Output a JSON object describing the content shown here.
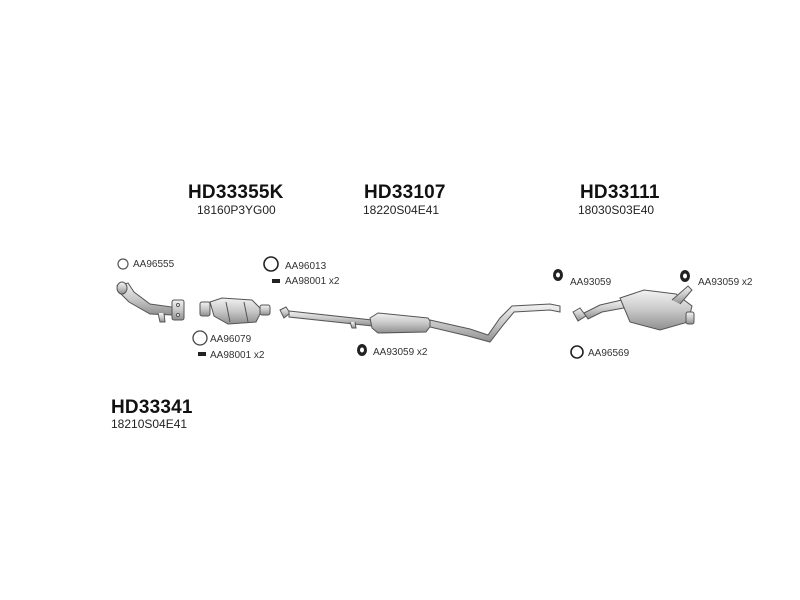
{
  "parts": {
    "hd33355k": {
      "code": "HD33355K",
      "oem": "18160P3YG00"
    },
    "hd33107": {
      "code": "HD33107",
      "oem": "18220S04E41"
    },
    "hd33111": {
      "code": "HD33111",
      "oem": "18030S03E40"
    },
    "hd33341": {
      "code": "HD33341",
      "oem": "18210S04E41"
    }
  },
  "accessories": {
    "aa96555": "AA96555",
    "aa96013": "AA96013",
    "aa98001_a": "AA98001 x2",
    "aa96079": "AA96079",
    "aa98001_b": "AA98001 x2",
    "aa93059_a": "AA93059 x2",
    "aa93059_b": "AA93059",
    "aa93059_c": "AA93059 x2",
    "aa96569": "AA96569"
  },
  "icons": {
    "gasket": "ring-gasket-icon",
    "hanger": "rubber-hanger-icon",
    "clamp": "clamp-bar-icon"
  },
  "colors": {
    "text": "#111111",
    "line": "#555555",
    "fill": "#d9d9d9"
  }
}
